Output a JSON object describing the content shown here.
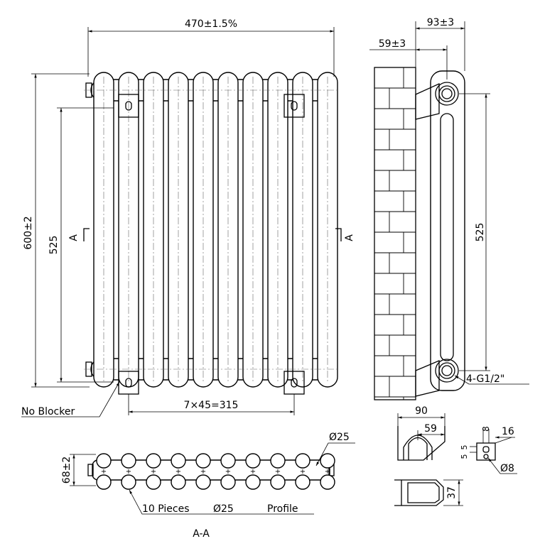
{
  "front_view": {
    "width_label": "470±1.5%",
    "height_label": "600±2",
    "inner_height_label": "525",
    "spacing_label": "7×45=315",
    "section_marker": "A",
    "no_blocker_label": "No Blocker",
    "column_count": 10
  },
  "side_view": {
    "depth_label": "93±3",
    "wall_gap_label": "59±3",
    "inner_height_label": "525",
    "connection_label": "4-G1/2\""
  },
  "section_view": {
    "depth_label": "68±2",
    "tube_dia_label": "Ø25",
    "pieces_label": "10 Pieces",
    "pieces_dia_label": "Ø25",
    "profile_label": "Profile",
    "section_title": "A-A"
  },
  "bracket_detail": {
    "width_label": "90",
    "inner_label": "59",
    "height_label": "37",
    "slot_width_label": "16",
    "slot_offset_label": "8",
    "slot_height_label": "5",
    "slot_height2_label": "5",
    "hole_dia_label": "Ø8"
  }
}
